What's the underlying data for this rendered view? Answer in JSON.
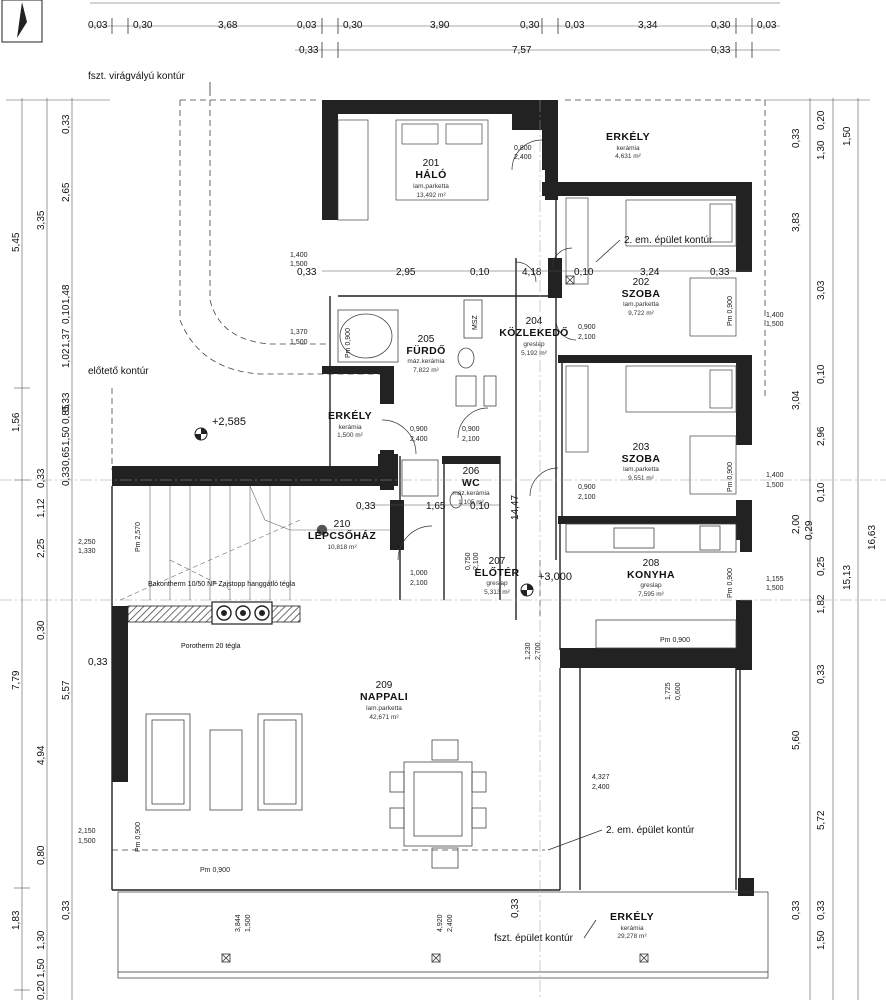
{
  "dims": {
    "top_row": [
      "0,03",
      "0,30",
      "3,68",
      "0,03",
      "0,30",
      "3,90",
      "0,30",
      "0,03",
      "3,34",
      "0,30",
      "0,03"
    ],
    "top_row2": [
      "0,33",
      "7,57",
      "0,33"
    ],
    "left_col1": [
      "5,45",
      "1,56",
      "7,79",
      "1,83"
    ],
    "left_col2": [
      "3,35",
      "0,33",
      "1,12",
      "2,25",
      "0,30",
      "4,94",
      "0,80",
      "1,30",
      "1,50",
      "0,20"
    ],
    "left_col3": [
      "0,33",
      "2,65",
      "1,48",
      "0,10",
      "1,37",
      "1,02",
      "0,33",
      "0,85",
      "1,50",
      "0,65",
      "0,33",
      "5,57",
      "0,33"
    ],
    "right_col1": [
      "0,33",
      "0,20",
      "1,30",
      "3,83",
      "3,03",
      "0,10",
      "3,04",
      "2,96",
      "0,10",
      "0,29",
      "2,00",
      "0,25",
      "1,82",
      "0,33",
      "5,60",
      "5,72",
      "0,33",
      "1,50",
      "0,33"
    ],
    "right_col2": [
      "1,50",
      "16,63",
      "15,13"
    ],
    "inner": [
      "0,33",
      "2,95",
      "0,10",
      "4,18",
      "0,10",
      "3,24",
      "0,33",
      "0,33",
      "1,65",
      "0,10",
      "0,33",
      "14,47",
      "0,33"
    ],
    "openings": [
      {
        "w": "1,400",
        "h": "1,500"
      },
      {
        "w": "1,370",
        "h": "1,500"
      },
      {
        "w": "1,400",
        "h": "1,500"
      },
      {
        "w": "1,400",
        "h": "1,500"
      },
      {
        "w": "2,250",
        "h": "1,330"
      },
      {
        "w": "1,155",
        "h": "1,500"
      },
      {
        "w": "2,150",
        "h": "1,500"
      },
      {
        "w": "4,327",
        "h": "2,400"
      },
      {
        "w": "0,800",
        "h": "2,400"
      },
      {
        "w": "0,900",
        "h": "2,400"
      },
      {
        "w": "0,900",
        "h": "2,100"
      },
      {
        "w": "0,900",
        "h": "2,100"
      },
      {
        "w": "0,900",
        "h": "2,100"
      },
      {
        "w": "1,000",
        "h": "2,100"
      },
      {
        "w": "1,230",
        "h": "2,700"
      },
      {
        "w": "0,750",
        "h": "2,100"
      },
      {
        "w": "3,844",
        "h": "1,500"
      },
      {
        "w": "4,920",
        "h": "2,400"
      },
      {
        "w": "1,725",
        "h": "0,600"
      }
    ],
    "parapets": [
      "Pm 0,900",
      "Pm 0,900",
      "Pm 0,900",
      "Pm 0,900",
      "Pm 0,900",
      "Pm 0,900",
      "Pm 2,570",
      "Pm 0,900"
    ]
  },
  "rooms": [
    {
      "num": "201",
      "name": "HÁLÓ",
      "floor": "lam.parketta",
      "area": "13,492 m²"
    },
    {
      "num": "202",
      "name": "SZOBA",
      "floor": "lam.parketta",
      "area": "9,722 m²"
    },
    {
      "num": "203",
      "name": "SZOBA",
      "floor": "lam.parketta",
      "area": "9,551 m²"
    },
    {
      "num": "204",
      "name": "KÖZLEKEDŐ",
      "floor": "greslap",
      "area": "5,192 m²"
    },
    {
      "num": "205",
      "name": "FÜRDŐ",
      "floor": "máz.kerámia",
      "area": "7,822 m²"
    },
    {
      "num": "206",
      "name": "WC",
      "floor": "máz.kerámia",
      "area": "1,105 m²"
    },
    {
      "num": "207",
      "name": "ELŐTÉR",
      "floor": "greslap",
      "area": "5,313 m²"
    },
    {
      "num": "208",
      "name": "KONYHA",
      "floor": "greslap",
      "area": "7,595 m²"
    },
    {
      "num": "209",
      "name": "NAPPALI",
      "floor": "lam.parketta",
      "area": "42,671 m²"
    },
    {
      "num": "210",
      "name": "LÉPCSŐHÁZ",
      "floor": "",
      "area": "10,818 m²"
    }
  ],
  "balconies": [
    {
      "name": "ERKÉLY",
      "floor": "kerámia",
      "area": "4,631 m²"
    },
    {
      "name": "ERKÉLY",
      "floor": "kerámia",
      "area": "1,500 m²"
    },
    {
      "name": "ERKÉLY",
      "floor": "kerámia",
      "area": "29,278 m²"
    }
  ],
  "labels": {
    "fszt_viragvalyu": "fszt. virágvályú kontúr",
    "eloteto": "előtető kontúr",
    "em_kontur": "2. em. épület kontúr",
    "fszt_epulet": "fszt. épület kontúr",
    "level1": "+2,585",
    "level2": "+3,000",
    "bakontherm": "Bakontherm 10/50 NF Zajstopp hanggátló tégla",
    "porotherm": "Porotherm 20  tégla",
    "msz": "MSZ"
  }
}
